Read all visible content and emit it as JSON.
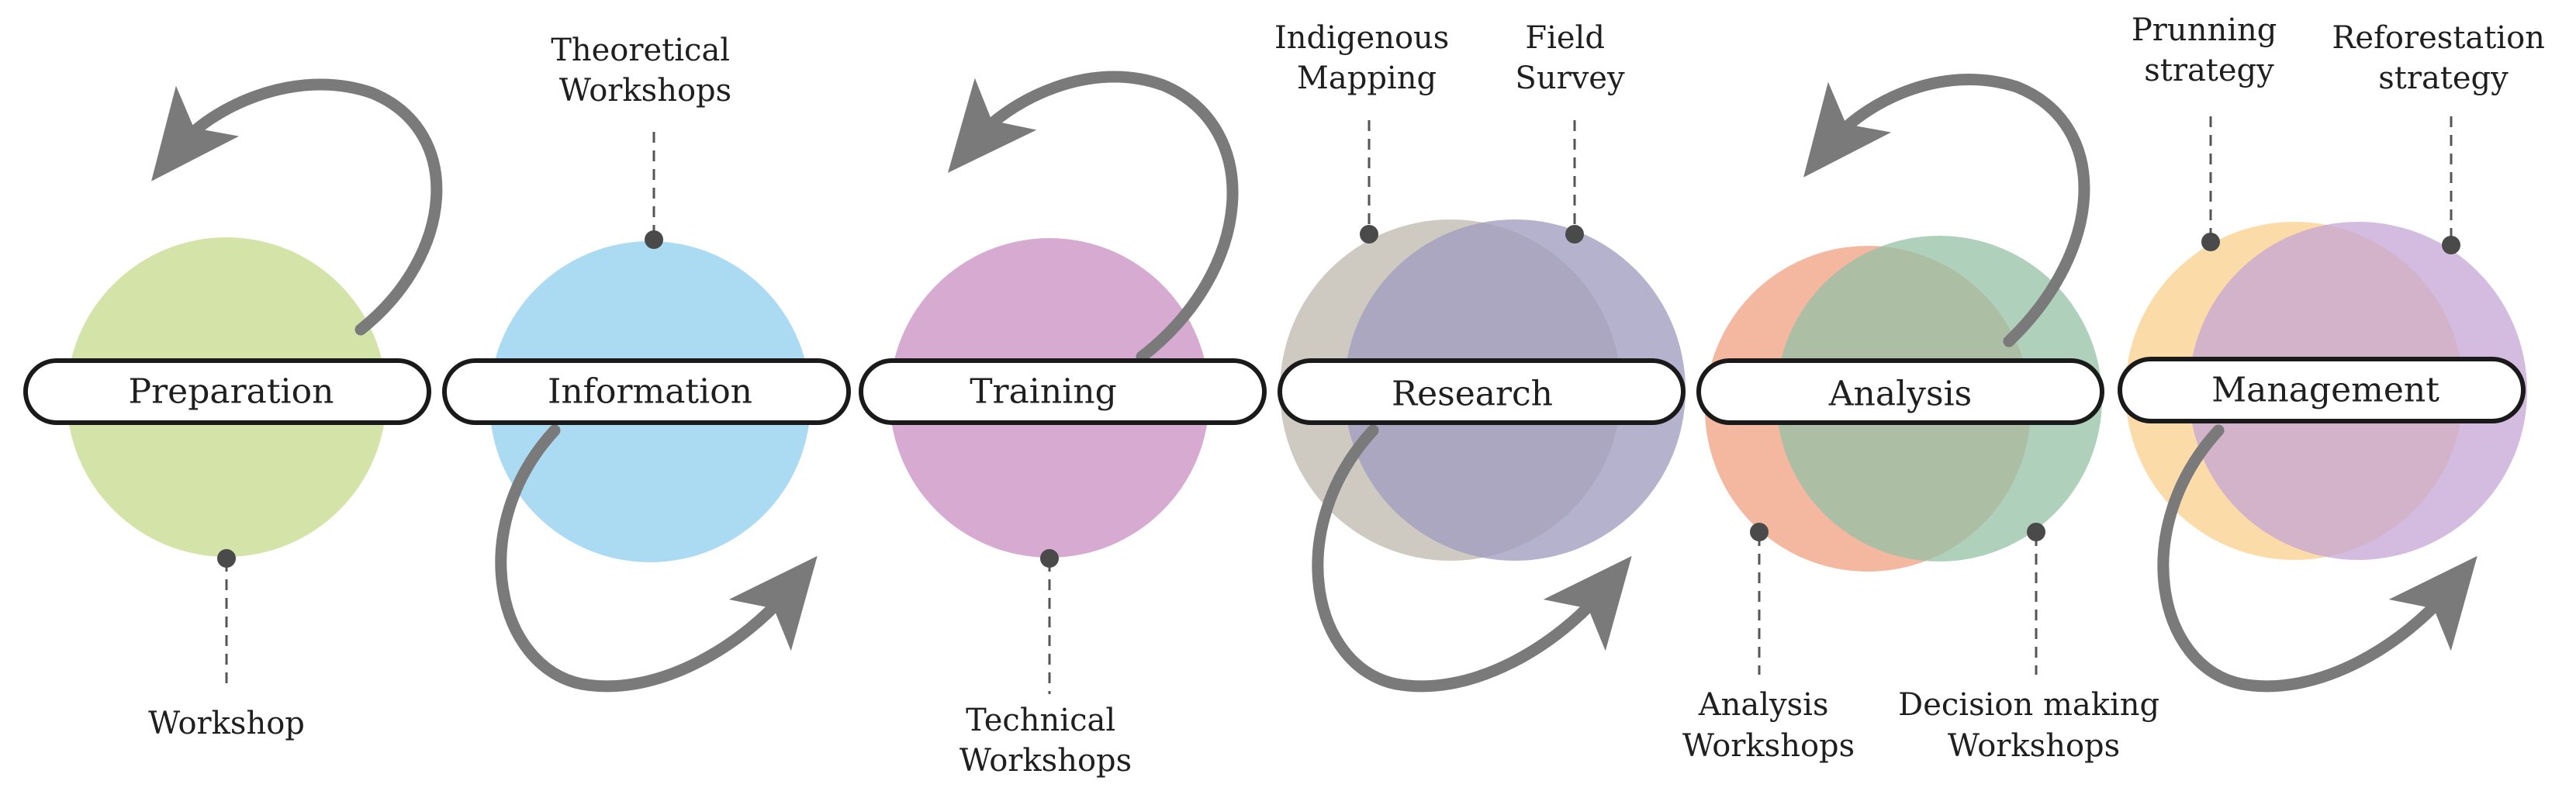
{
  "colors": {
    "preparation": "#d2e2a3",
    "information": "#a6d8f2",
    "training": "#d5a6cf",
    "research_left": "#c6c0b6",
    "research_right": "#a39fc0",
    "analysis_left": "#f2ac91",
    "analysis_right": "#94c2a6",
    "management_left": "#fbd79f",
    "management_right": "#c6a6d6",
    "arrow": "#7a7a7a"
  },
  "stages": [
    {
      "label": "Preparation",
      "annotations": [
        {
          "lines": [
            "Workshop"
          ]
        }
      ]
    },
    {
      "label": "Information",
      "annotations": [
        {
          "lines": [
            "Theoretical",
            "Workshops"
          ]
        }
      ]
    },
    {
      "label": "Training",
      "annotations": [
        {
          "lines": [
            "Technical",
            "Workshops"
          ]
        }
      ]
    },
    {
      "label": "Research",
      "annotations": [
        {
          "lines": [
            "Indigenous",
            "Mapping"
          ]
        },
        {
          "lines": [
            "Field",
            "Survey"
          ]
        }
      ]
    },
    {
      "label": "Analysis",
      "annotations": [
        {
          "lines": [
            "Analysis",
            "Workshops"
          ]
        },
        {
          "lines": [
            "Decision making",
            "Workshops"
          ]
        }
      ]
    },
    {
      "label": "Management",
      "annotations": [
        {
          "lines": [
            "Prunning",
            "strategy"
          ]
        },
        {
          "lines": [
            "Reforestation",
            "strategy"
          ]
        }
      ]
    }
  ]
}
